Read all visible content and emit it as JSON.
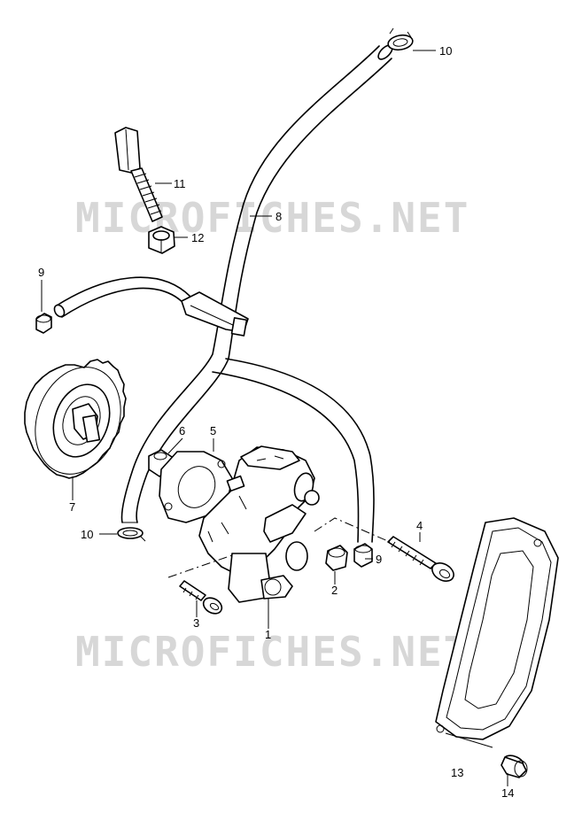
{
  "watermark": "MICROFICHES.NET",
  "callouts": [
    "10",
    "11",
    "8",
    "12",
    "9",
    "6",
    "5",
    "7",
    "10",
    "4",
    "9",
    "2",
    "3",
    "1",
    "13",
    "14"
  ]
}
